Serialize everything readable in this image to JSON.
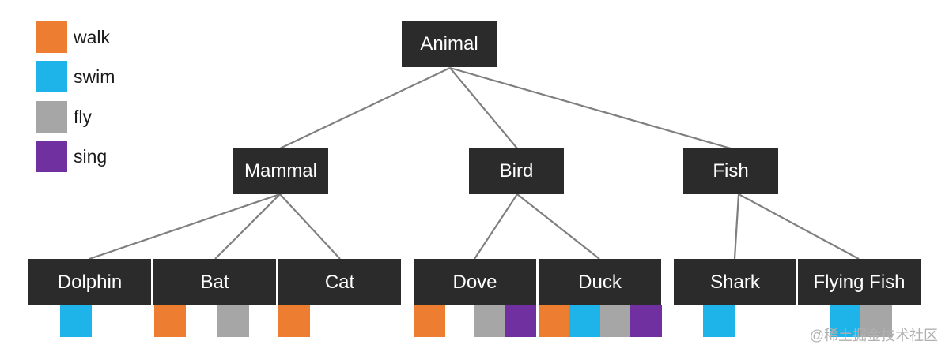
{
  "colors": {
    "walk": "#ed7d31",
    "swim": "#1eb4ea",
    "fly": "#a6a6a6",
    "sing": "#7030a0",
    "node_bg": "#2b2b2b",
    "link": "#7f7f7f"
  },
  "legend": [
    {
      "label": "walk",
      "color": "#ed7d31"
    },
    {
      "label": "swim",
      "color": "#1eb4ea"
    },
    {
      "label": "fly",
      "color": "#a6a6a6"
    },
    {
      "label": "sing",
      "color": "#7030a0"
    }
  ],
  "tree": {
    "root": "Animal",
    "classes": [
      "Mammal",
      "Bird",
      "Fish"
    ],
    "animals": [
      {
        "name": "Dolphin",
        "class": "Mammal",
        "abilities": [
          "swim"
        ]
      },
      {
        "name": "Bat",
        "class": "Mammal",
        "abilities": [
          "walk",
          "fly"
        ]
      },
      {
        "name": "Cat",
        "class": "Mammal",
        "abilities": [
          "walk"
        ]
      },
      {
        "name": "Dove",
        "class": "Bird",
        "abilities": [
          "walk",
          "fly",
          "sing"
        ]
      },
      {
        "name": "Duck",
        "class": "Bird",
        "abilities": [
          "walk",
          "swim",
          "fly",
          "sing"
        ]
      },
      {
        "name": "Shark",
        "class": "Fish",
        "abilities": [
          "swim"
        ]
      },
      {
        "name": "Flying Fish",
        "class": "Fish",
        "abilities": [
          "swim",
          "fly"
        ]
      }
    ]
  },
  "watermark": "@稀土掘金技术社区"
}
